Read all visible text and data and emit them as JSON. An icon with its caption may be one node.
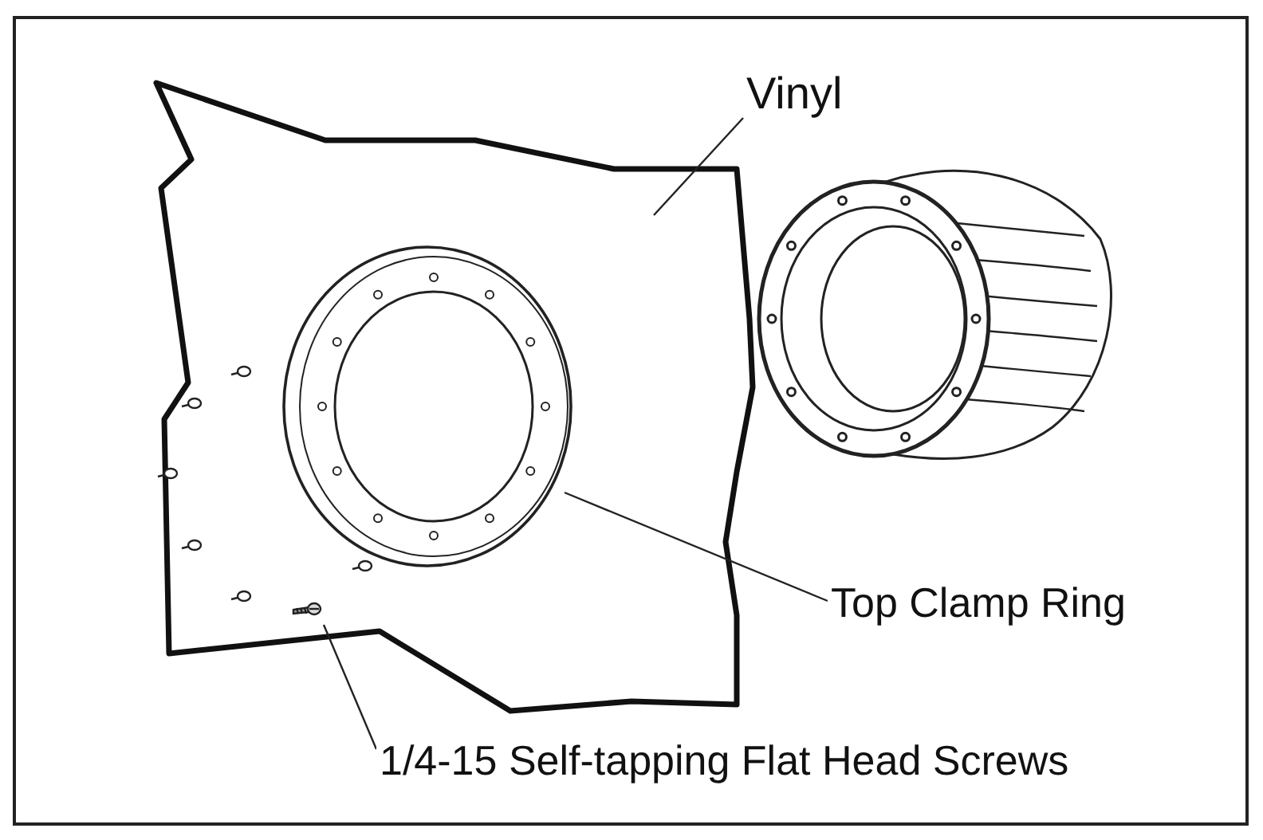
{
  "diagram": {
    "nodes": [
      {
        "text": [
          "Vinyl"
        ]
      },
      {
        "text": [],
        "shape": "picture"
      },
      {
        "text": [
          "Top Clamp Ring"
        ]
      },
      {
        "text": [],
        "shape": "picture",
        "in": 1
      },
      {
        "text": [
          "1/4-15 Self-tapping Flat Head Screws"
        ]
      },
      {
        "text": [],
        "shape": "picture",
        "in": 1
      }
    ],
    "edges": [
      {
        "from": 0,
        "to": 1,
        "arrow": "none"
      },
      {
        "from": 2,
        "to": 3,
        "arrow": "none"
      },
      {
        "from": 4,
        "to": 5,
        "arrow": "none"
      }
    ]
  }
}
